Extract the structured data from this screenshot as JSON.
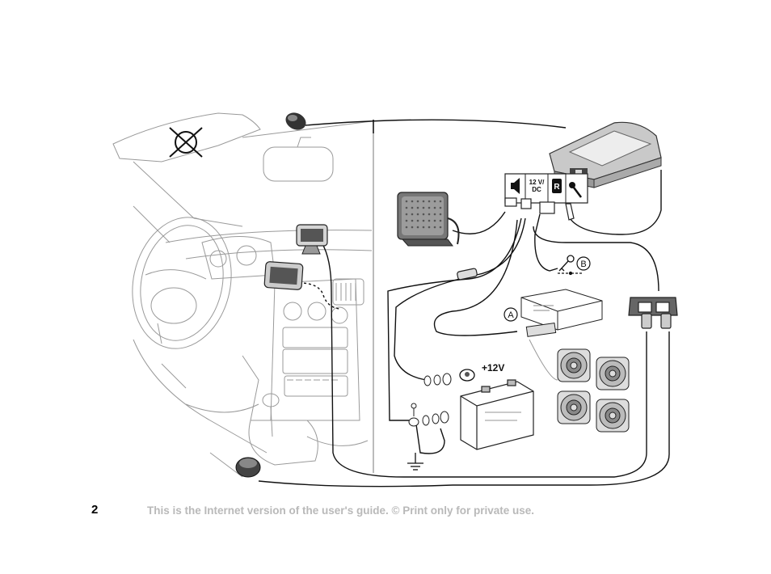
{
  "labels": {
    "plus12v": "+12V",
    "callout_a": "A",
    "callout_b": "B",
    "port_dc_line1": "12 V/",
    "port_dc_line2": "DC",
    "port_r": "R"
  },
  "footer": {
    "page_number": "2",
    "notice": "This is the Internet version of the user's guide. © Print only for private use."
  },
  "icons": [
    "speaker-port-icon",
    "power-port-icon",
    "ignition-port-icon",
    "microphone-port-icon",
    "key-icon",
    "ground-symbol-icon",
    "no-mount-icon"
  ]
}
